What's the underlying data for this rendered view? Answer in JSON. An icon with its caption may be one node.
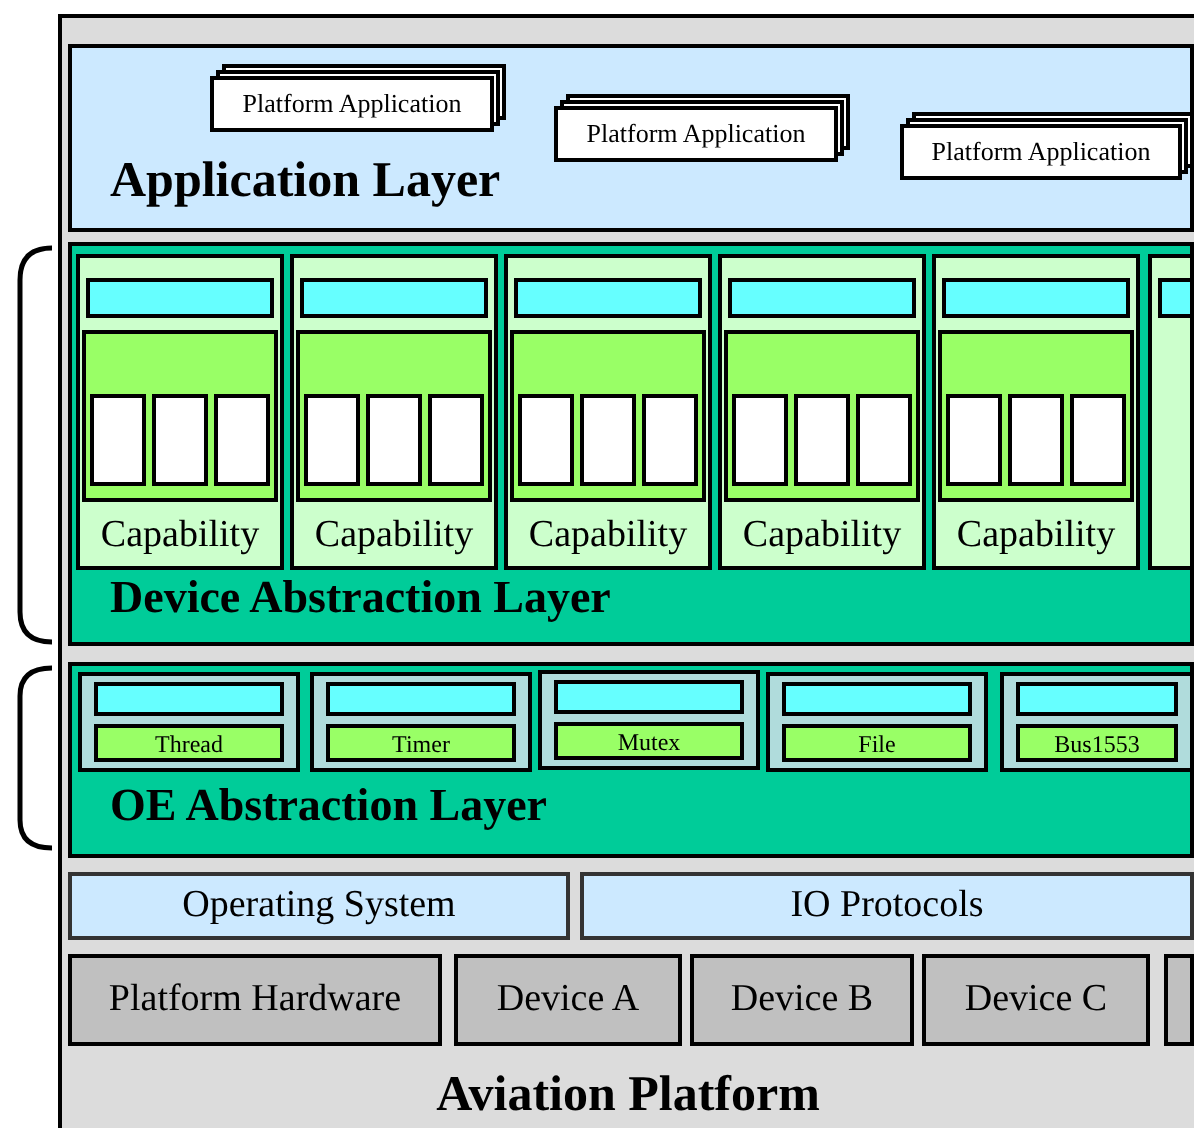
{
  "diagram": {
    "nodes": [
      {
        "text": [
          "Aviation Platform"
        ]
      },
      {
        "text": [
          "Application Layer"
        ],
        "in": 0
      },
      {
        "text": [
          "Platform Application"
        ],
        "in": 1
      },
      {
        "text": [
          "Platform Application"
        ],
        "in": 1
      },
      {
        "text": [
          "Platform Application"
        ],
        "in": 1
      },
      {
        "text": [
          "Device Abstraction Layer"
        ],
        "in": 0
      },
      {
        "text": [
          "Capability"
        ],
        "in": 5
      },
      {
        "text": [
          "Capability"
        ],
        "in": 5
      },
      {
        "text": [
          "Capability"
        ],
        "in": 5
      },
      {
        "text": [
          "Capability"
        ],
        "in": 5
      },
      {
        "text": [
          "Capability"
        ],
        "in": 5
      },
      {
        "text": [],
        "shape": "box",
        "in": 5
      },
      {
        "text": [
          "OE Abstraction Layer"
        ],
        "in": 0
      },
      {
        "text": [
          "Thread"
        ],
        "in": 12
      },
      {
        "text": [
          "Timer"
        ],
        "in": 12
      },
      {
        "text": [
          "Mutex"
        ],
        "in": 12
      },
      {
        "text": [
          "File"
        ],
        "in": 12
      },
      {
        "text": [
          "Bus1553"
        ],
        "in": 12
      },
      {
        "text": [
          "Operating System"
        ],
        "in": 0
      },
      {
        "text": [
          "IO Protocols"
        ],
        "in": 0
      },
      {
        "text": [
          "Platform Hardware"
        ],
        "in": 0
      },
      {
        "text": [
          "Device A"
        ],
        "in": 0
      },
      {
        "text": [
          "Device B"
        ],
        "in": 0
      },
      {
        "text": [
          "Device C"
        ],
        "in": 0
      },
      {
        "text": [],
        "shape": "box",
        "in": 0
      }
    ]
  }
}
